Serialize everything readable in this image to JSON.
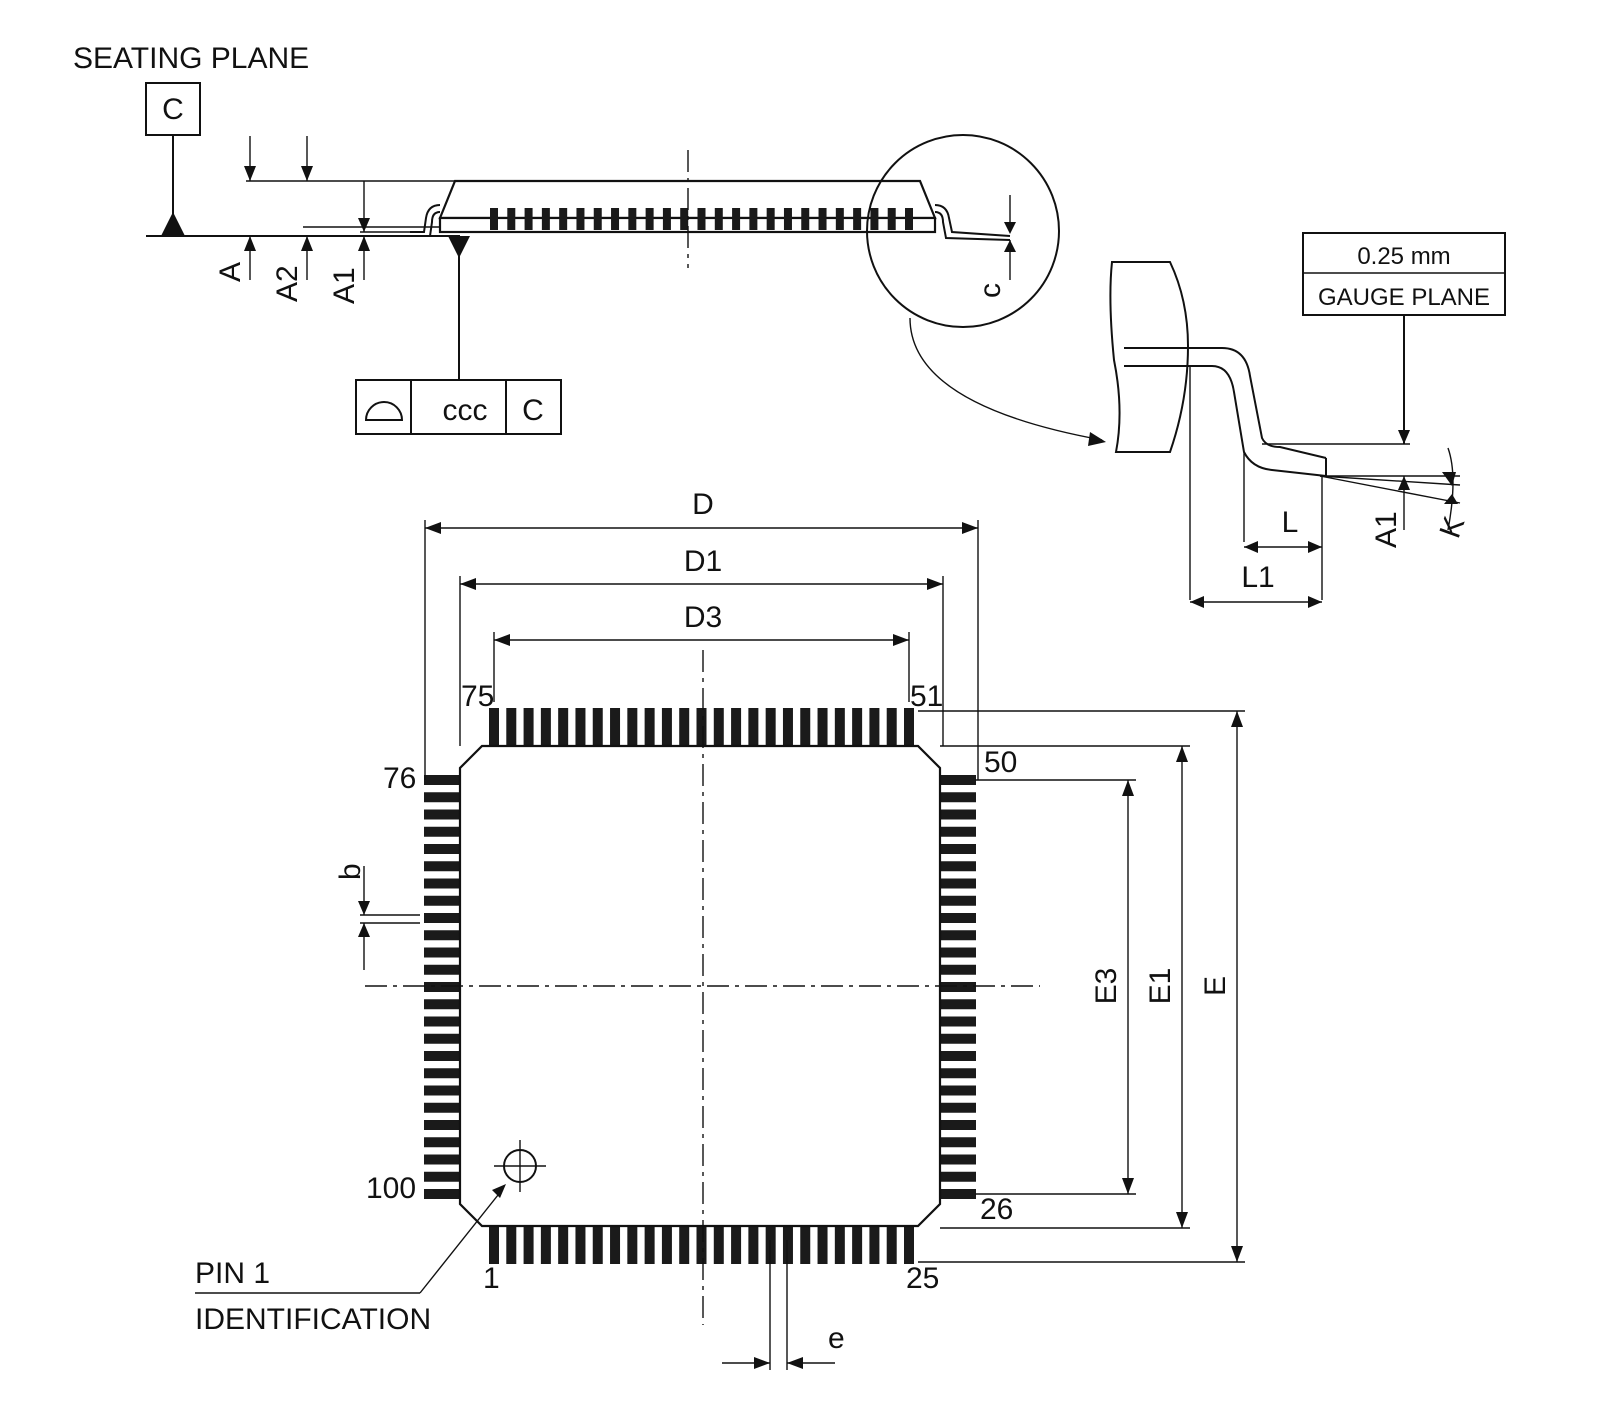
{
  "labels": {
    "seating_plane": "SEATING PLANE",
    "datum": "C",
    "dim_A": "A",
    "dim_A2": "A2",
    "dim_A1": "A1",
    "dim_c": "c",
    "tolerance": {
      "symbol": "profile-of-surface-icon",
      "value": "ccc",
      "datum": "C"
    },
    "gauge_value": "0.25 mm",
    "gauge_plane": "GAUGE PLANE",
    "detail_A1": "A1",
    "detail_K": "K",
    "dim_L": "L",
    "dim_L1": "L1",
    "dim_D": "D",
    "dim_D1": "D1",
    "dim_D3": "D3",
    "dim_E": "E",
    "dim_E1": "E1",
    "dim_E3": "E3",
    "dim_b": "b",
    "dim_e": "e",
    "pin1_line1": "PIN 1",
    "pin1_line2": "IDENTIFICATION"
  },
  "pins": {
    "per_side": 25,
    "bottom_left": "1",
    "bottom_right": "25",
    "right_bottom": "26",
    "right_top": "50",
    "top_right": "51",
    "top_left": "75",
    "left_top": "76",
    "left_bottom": "100"
  },
  "colors": {
    "line": "#111111",
    "pin": "#1a1a1a",
    "background": "#ffffff"
  }
}
